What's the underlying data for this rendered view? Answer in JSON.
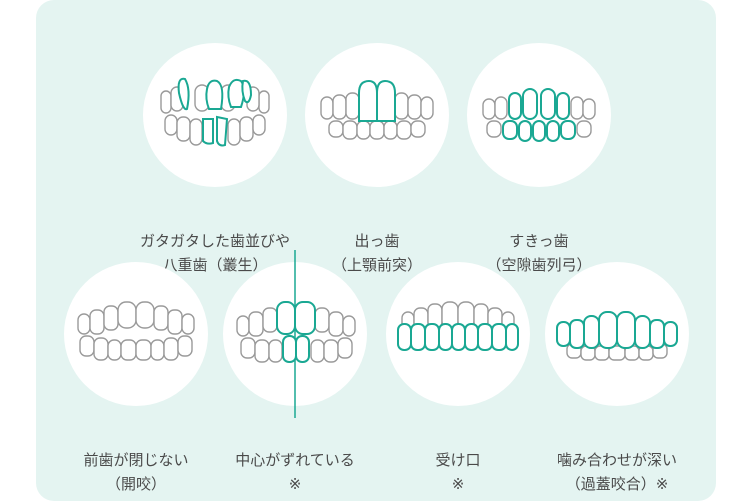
{
  "colors": {
    "background": "#e4f4f1",
    "circle": "#ffffff",
    "highlight": "#1aa893",
    "tooth_outline": "#9a9a9a",
    "text": "#4a4a4a"
  },
  "items": [
    {
      "line1": "ガタガタした歯並びや",
      "line2": "八重歯（叢生）",
      "icon": "crowded-teeth-icon"
    },
    {
      "line1": "出っ歯",
      "line2": "（上顎前突）",
      "icon": "protruding-teeth-icon"
    },
    {
      "line1": "すきっ歯",
      "line2": "（空隙歯列弓）",
      "icon": "gap-teeth-icon"
    },
    {
      "line1": "前歯が閉じない",
      "line2": "（開咬）",
      "icon": "open-bite-icon"
    },
    {
      "line1": "中心がずれている",
      "line2": "※",
      "icon": "midline-shift-icon"
    },
    {
      "line1": "受け口",
      "line2": "※",
      "icon": "underbite-icon"
    },
    {
      "line1": "噛み合わせが深い",
      "line2": "（過蓋咬合）※",
      "icon": "deep-bite-icon"
    }
  ]
}
